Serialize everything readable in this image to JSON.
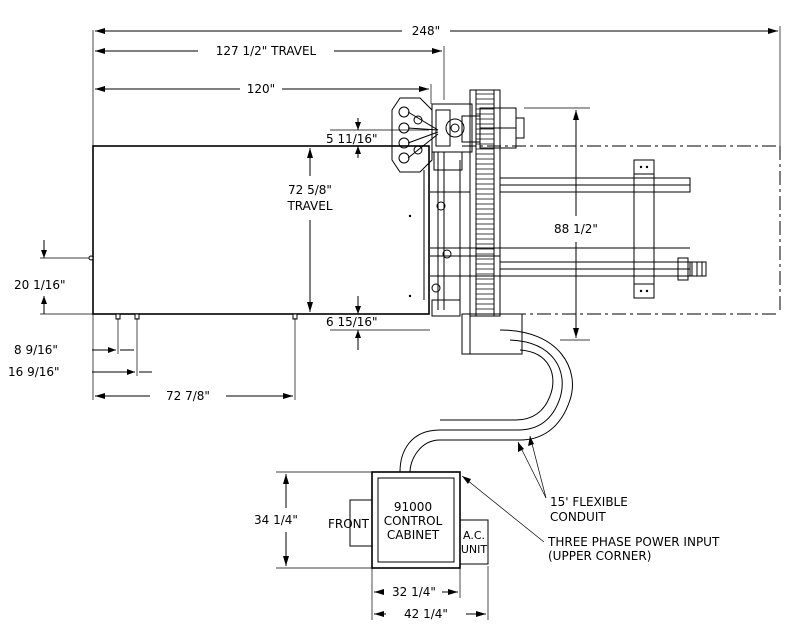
{
  "dimensions": {
    "overall_length": "248\"",
    "travel_x": "127 1/2\" TRAVEL",
    "length_120": "120\"",
    "offset_top": "5 11/16\"",
    "travel_y_value": "72 5/8\"",
    "travel_y_label": "TRAVEL",
    "width_88": "88 1/2\"",
    "height_20": "20 1/16\"",
    "offset_bottom": "6 15/16\"",
    "leg_1": "8 9/16\"",
    "leg_2": "16 9/16\"",
    "width_72": "72 7/8\"",
    "cabinet_height": "34 1/4\"",
    "cabinet_width_inner": "32 1/4\"",
    "cabinet_width_outer": "42 1/4\""
  },
  "cabinet": {
    "line1": "91000",
    "line2": "CONTROL",
    "line3": "CABINET",
    "front_label": "FRONT",
    "ac_line1": "A.C.",
    "ac_line2": "UNIT"
  },
  "callouts": {
    "conduit_line1": "15' FLEXIBLE",
    "conduit_line2": "CONDUIT",
    "power_line1": "THREE PHASE POWER INPUT",
    "power_line2": "(UPPER CORNER)"
  }
}
